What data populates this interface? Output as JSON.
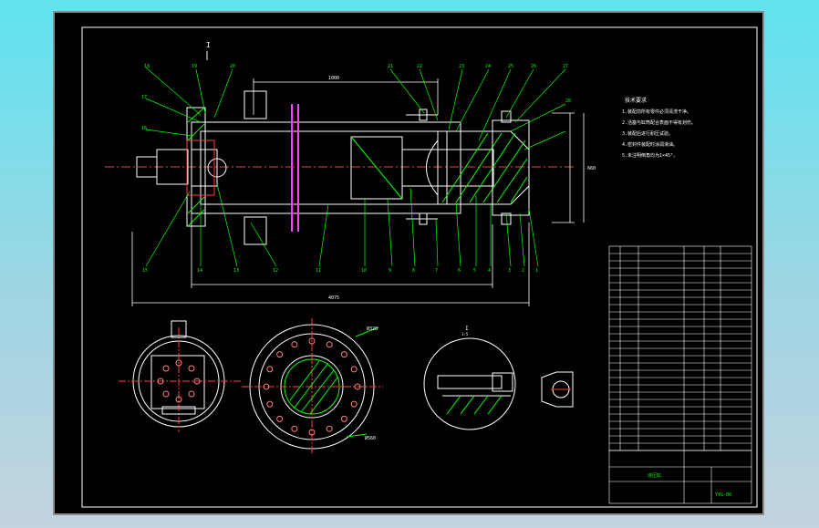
{
  "drawing": {
    "section_label": "I",
    "detail_label": "I",
    "detail_scale": "1:5",
    "dim_overall": "4075",
    "dim_top": "1000",
    "dim_bore": "Ø320",
    "dim_bolt": "Ø560",
    "dim_height_right": "660",
    "notes_title": "技术要求",
    "notes": [
      "1.装配前所有零件必须清洗干净。",
      "2.活塞与缸筒配合表面不得有划伤。",
      "3.装配后进行耐压试验。",
      "4.密封件装配时涂润滑油。",
      "5.未注明倒角均为1×45°。"
    ],
    "balloons_top": [
      "18",
      "19",
      "20",
      "21",
      "22",
      "23",
      "24",
      "25",
      "26",
      "27",
      "28"
    ],
    "balloons_bottom": [
      "15",
      "14",
      "13",
      "12",
      "11",
      "10",
      "9",
      "8",
      "7",
      "6",
      "5",
      "4",
      "3",
      "2",
      "1"
    ],
    "balloons_left": [
      "17",
      "16"
    ],
    "title_block": {
      "title": "液压缸",
      "drawing_no": "YYG-00"
    }
  }
}
